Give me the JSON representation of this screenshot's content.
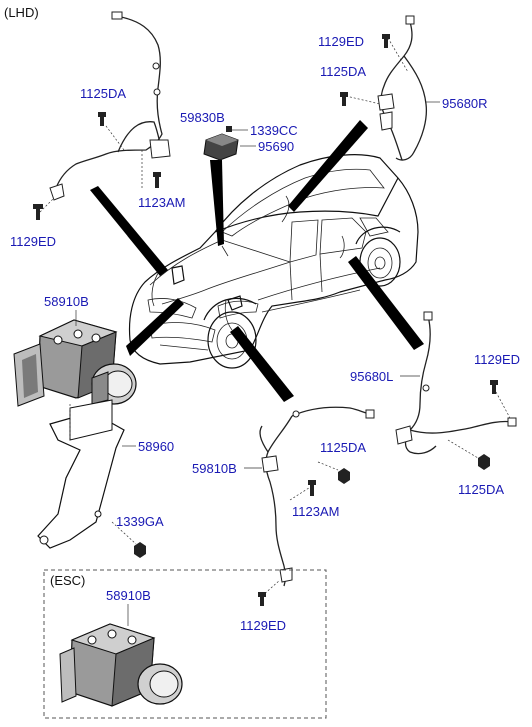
{
  "header": {
    "variant": "(LHD)"
  },
  "esc_box": {
    "label": "(ESC)"
  },
  "parts": {
    "p_1129ED_tr": "1129ED",
    "p_1125DA_tr": "1125DA",
    "p_95680R": "95680R",
    "p_1125DA_tl": "1125DA",
    "p_59830B": "59830B",
    "p_1339CC": "1339CC",
    "p_95690": "95690",
    "p_1123AM_t": "1123AM",
    "p_1129ED_l": "1129ED",
    "p_58910B": "58910B",
    "p_58960": "58960",
    "p_1339GA": "1339GA",
    "p_95680L": "95680L",
    "p_1129ED_r": "1129ED",
    "p_1125DA_r": "1125DA",
    "p_1125DA_b": "1125DA",
    "p_59810B": "59810B",
    "p_1123AM_b": "1123AM",
    "p_1129ED_b": "1129ED",
    "p_58910B_esc": "58910B"
  }
}
